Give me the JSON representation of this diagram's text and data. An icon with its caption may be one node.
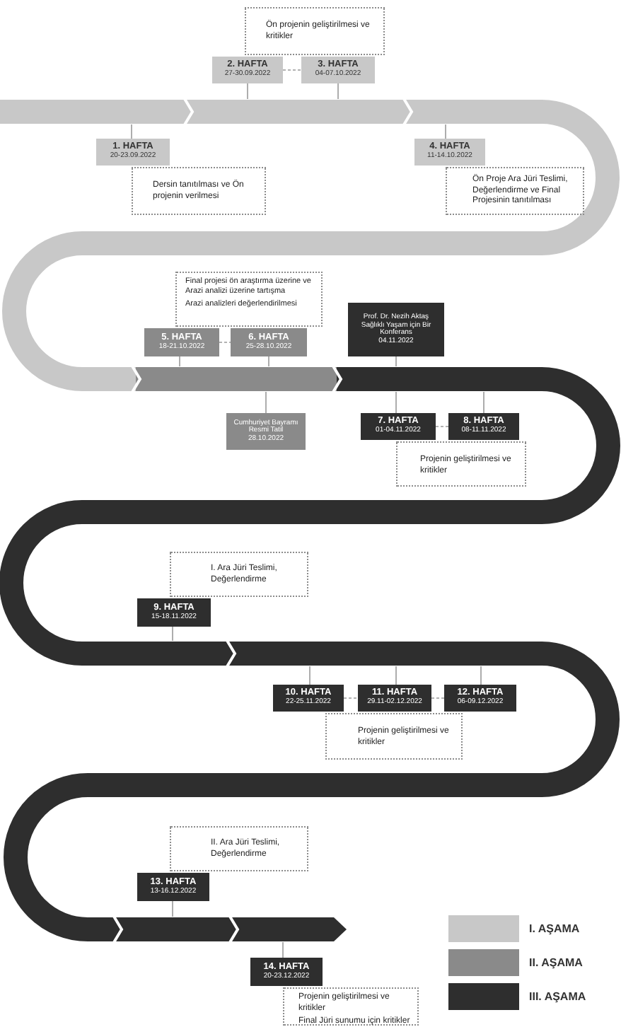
{
  "diagram": {
    "nodes": [
      {
        "text": [
          "Ön projenin geliştirilmesi ve kritikler"
        ]
      },
      {
        "text": [
          "2. HAFTA",
          "27-30.09.2022"
        ]
      },
      {
        "text": [
          "3. HAFTA",
          "04-07.10.2022"
        ]
      },
      {
        "text": [
          "1. HAFTA",
          "20-23.09.2022"
        ]
      },
      {
        "text": [
          "Dersin tanıtılması ve Ön projenin verilmesi"
        ]
      },
      {
        "text": [
          "4. HAFTA",
          "11-14.10.2022"
        ]
      },
      {
        "text": [
          "Ön Proje Ara Jüri Teslimi, Değerlendirme ve Final Projesinin tanıtılması"
        ]
      },
      {
        "text": [
          "Final projesi ön araştırma üzerine ve Arazi analizi üzerine tartışma",
          "Arazi analizleri değerlendirilmesi"
        ]
      },
      {
        "text": [
          "Prof. Dr. Nezih Aktaş",
          "Sağlıklı Yaşam için Bir Konferans",
          "04.11.2022"
        ]
      },
      {
        "text": [
          "5. HAFTA",
          "18-21.10.2022"
        ]
      },
      {
        "text": [
          "6. HAFTA",
          "25-28.10.2022"
        ]
      },
      {
        "text": [
          "Cumhuriyet Bayramı",
          "Resmi Tatil",
          "28.10.2022"
        ]
      },
      {
        "text": [
          "7. HAFTA",
          "01-04.11.2022"
        ]
      },
      {
        "text": [
          "8. HAFTA",
          "08-11.11.2022"
        ]
      },
      {
        "text": [
          "Projenin geliştirilmesi ve kritikler"
        ]
      },
      {
        "text": [
          "I. Ara Jüri Teslimi, Değerlendirme"
        ]
      },
      {
        "text": [
          "9. HAFTA",
          "15-18.11.2022"
        ]
      },
      {
        "text": [
          "10. HAFTA",
          "22-25.11.2022"
        ]
      },
      {
        "text": [
          "11. HAFTA",
          "29.11-02.12.2022"
        ]
      },
      {
        "text": [
          "12. HAFTA",
          "06-09.12.2022"
        ]
      },
      {
        "text": [
          "Projenin geliştirilmesi ve kritikler"
        ]
      },
      {
        "text": [
          "II. Ara Jüri Teslimi, Değerlendirme"
        ]
      },
      {
        "text": [
          "13. HAFTA",
          "13-16.12.2022"
        ]
      },
      {
        "text": [
          "14. HAFTA",
          "20-23.12.2022"
        ]
      },
      {
        "text": [
          "Projenin geliştirilmesi ve kritikler",
          "Final Jüri sunumu için kritikler"
        ]
      }
    ],
    "edges": [
      {
        "from": 1,
        "to": 2,
        "arrow": "none",
        "style": "dashed"
      },
      {
        "from": 9,
        "to": 10,
        "arrow": "none",
        "style": "dashed"
      },
      {
        "from": 12,
        "to": 13,
        "arrow": "none",
        "style": "dashed"
      },
      {
        "from": 17,
        "to": 18,
        "arrow": "none",
        "style": "dashed"
      },
      {
        "from": 18,
        "to": 19,
        "arrow": "none",
        "style": "dashed"
      }
    ],
    "legend": [
      {
        "text": "I. AŞAMA",
        "color": "#c8c8c8"
      },
      {
        "text": "II. AŞAMA",
        "color": "#8a8a8a"
      },
      {
        "text": "III. AŞAMA",
        "color": "#2e2e2e"
      }
    ]
  }
}
